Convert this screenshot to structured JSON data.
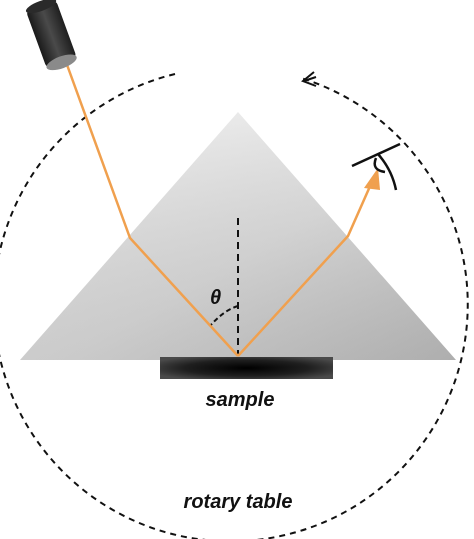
{
  "labels": {
    "sample": "sample",
    "rotary_table": "rotary table",
    "angle": "θ"
  },
  "colors": {
    "beam": "#f0a04e",
    "prism_light": "#e6e6e6",
    "prism_dark": "#c4c4c4",
    "sample": "#262626",
    "dashes": "#111111",
    "source": "#333333",
    "eye": "#111111"
  },
  "icons": {
    "source": "light-source-icon",
    "detector": "eye-icon",
    "direction": "rotation-arrow-icon"
  }
}
